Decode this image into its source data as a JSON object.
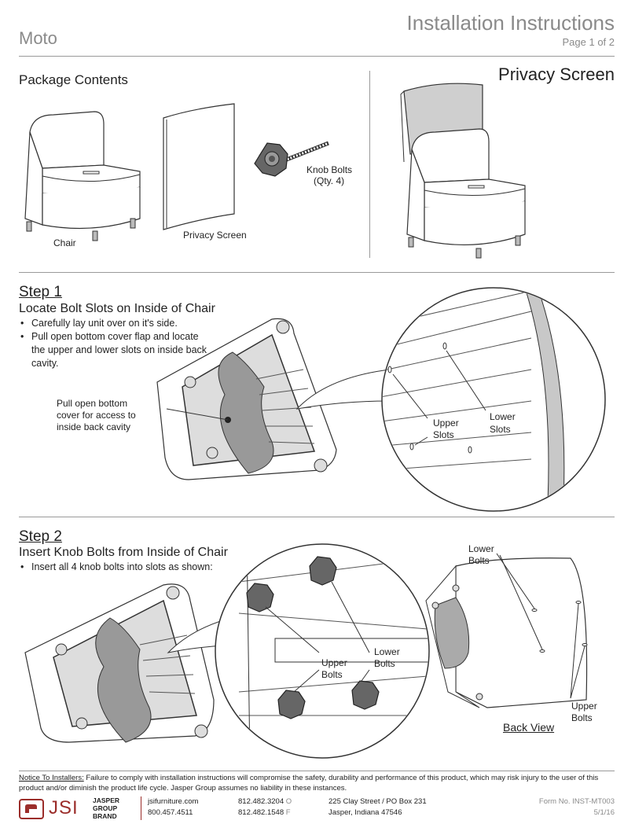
{
  "header": {
    "product": "Moto",
    "doc_title": "Installation Instructions",
    "page": "Page 1 of 2"
  },
  "package": {
    "heading": "Package Contents",
    "chair_label": "Chair",
    "screen_label": "Privacy Screen",
    "bolts_label": "Knob Bolts",
    "bolts_qty": "(Qty. 4)"
  },
  "product_title": "Privacy Screen",
  "step1": {
    "step": "Step 1",
    "title": "Locate Bolt Slots on Inside of Chair",
    "bullets": [
      "Carefully lay unit over on it's side.",
      "Pull open bottom cover flap and locate the upper and lower slots on inside back cavity."
    ],
    "callout": "Pull open bottom cover for access to inside back cavity",
    "upper_label": "Upper",
    "upper_label2": "Slots",
    "lower_label": "Lower",
    "lower_label2": "Slots"
  },
  "step2": {
    "step": "Step 2",
    "title": "Insert Knob Bolts from Inside of Chair",
    "bullets": [
      "Insert all 4 knob bolts into slots as shown:"
    ],
    "upper_label": "Upper",
    "upper_label2": "Bolts",
    "lower_label": "Lower",
    "lower_label2": "Bolts",
    "back_lower_label": "Lower",
    "back_lower_label2": "Bolts",
    "back_upper_label": "Upper",
    "back_upper_label2": "Bolts",
    "back_view": "Back View"
  },
  "notice": {
    "lead": "Notice To Installers:",
    "text": " Failure to comply with installation instructions will compromise the safety, durability and performance of this product, which may risk injury to the user of this product and/or diminish the product life cycle. Jasper Group assumes no liability in these instances."
  },
  "footer": {
    "logo_text": "JSI",
    "brand_line1": "JASPER",
    "brand_line2": "GROUP",
    "brand_line3": "BRAND",
    "web": "jsifurniture.com",
    "tollfree": "800.457.4511",
    "phone_o": "812.482.3204",
    "o": "O",
    "phone_f": "812.482.1548",
    "f": "F",
    "address1": "225 Clay Street / PO Box 231",
    "address2": "Jasper, Indiana 47546",
    "form_no": "Form No. INST-MT003",
    "date": "5/1/16"
  },
  "colors": {
    "accent": "#8a8a8a",
    "logo": "#9b2d2a",
    "panel": "#cfcfcf"
  }
}
